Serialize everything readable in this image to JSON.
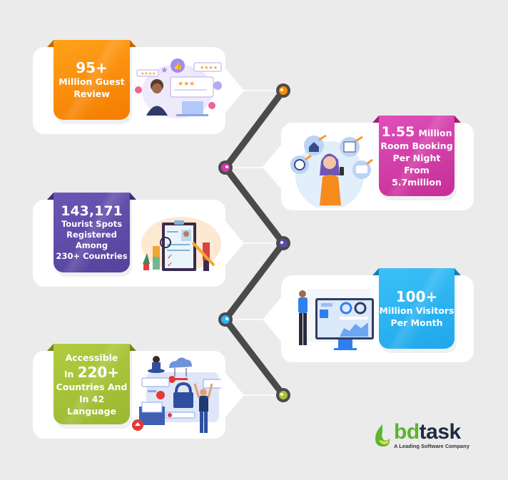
{
  "infographic": {
    "colors": {
      "background": "#ebebeb",
      "card": "#ffffff",
      "timeline": "#4a4a4a",
      "orange": "#fb8c00",
      "magenta": "#d63aa8",
      "purple": "#5d4aa5",
      "blue": "#29b6f6",
      "green": "#a4c23a"
    },
    "stats": [
      {
        "big": "95+",
        "line1": "Million Guest",
        "line2": "Review",
        "color": "#fb8c00",
        "illustration": "guest-review-illustration"
      },
      {
        "big": "1.55",
        "big_suffix": "Million",
        "line1": "Room Booking",
        "line2": "Per Night From",
        "line3": "5.7million",
        "color": "#d63aa8",
        "illustration": "room-booking-illustration"
      },
      {
        "big": "143,171",
        "line1": "Tourist Spots",
        "line2": "Registered Among",
        "line3": "230+ Countries",
        "color": "#5d4aa5",
        "illustration": "tourist-spots-illustration"
      },
      {
        "big": "100+",
        "line1": "Million Visitors",
        "line2": "Per Month",
        "color": "#29b6f6",
        "illustration": "visitors-dashboard-illustration"
      },
      {
        "pre": "Accessible",
        "big_prefix": "In",
        "big": "220+",
        "line1": "Countries And",
        "line2": "In 42 Language",
        "color": "#a4c23a",
        "illustration": "accessibility-security-illustration"
      }
    ],
    "timeline_nodes": [
      {
        "color": "#fb8c00"
      },
      {
        "color": "#d63aa8"
      },
      {
        "color": "#5d4aa5"
      },
      {
        "color": "#29b6f6"
      },
      {
        "color": "#a4c23a"
      }
    ]
  },
  "logo": {
    "word_part1": "bd",
    "word_part2": "task",
    "tagline": "A Leading Software Company",
    "icon": "leaf-flame-icon"
  }
}
